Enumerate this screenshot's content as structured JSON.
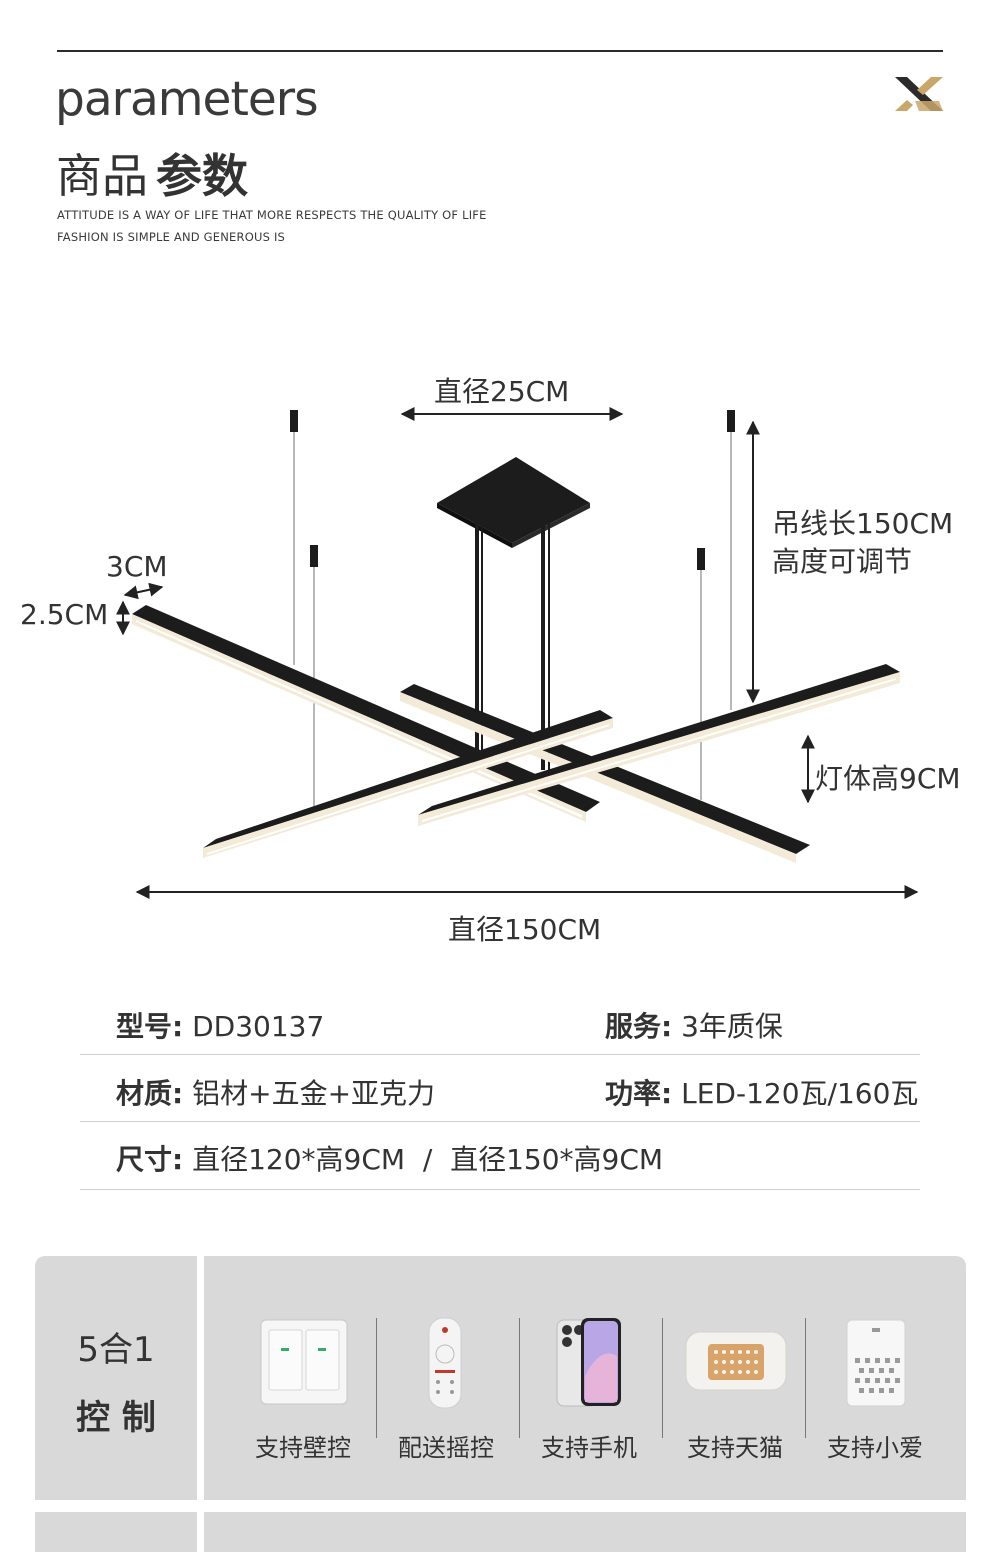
{
  "header": {
    "title_en": "parameters",
    "title_zh_light": "商品",
    "title_zh_bold": "参数",
    "tagline_1": "ATTITUDE IS A WAY OF LIFE THAT MORE RESPECTS THE QUALITY OF LIFE",
    "tagline_2": "FASHION IS SIMPLE AND GENEROUS IS",
    "logo_icon": "gold-x-logo-icon"
  },
  "dimensions": {
    "canopy_diameter": "直径25CM",
    "bar_width": "3CM",
    "bar_height": "2.5CM",
    "cable_length_1": "吊线长150CM",
    "cable_length_2": "高度可调节",
    "body_height": "灯体高9CM",
    "total_diameter": "直径150CM"
  },
  "specs": {
    "model_key": "型号:",
    "model_val": "DD30137",
    "service_key": "服务:",
    "service_val": "3年质保",
    "material_key": "材质:",
    "material_val": "铝材+五金+亚克力",
    "power_key": "功率:",
    "power_val": "LED-120瓦/160瓦",
    "size_key": "尺寸:",
    "size_val": "直径120*高9CM  /  直径150*高9CM"
  },
  "control": {
    "title_1": "5合1",
    "title_2": "控 制",
    "items": [
      {
        "label": "支持壁控",
        "icon": "wall-switch-icon"
      },
      {
        "label": "配送摇控",
        "icon": "remote-control-icon"
      },
      {
        "label": "支持手机",
        "icon": "smartphone-icon"
      },
      {
        "label": "支持天猫",
        "icon": "smart-speaker-icon"
      },
      {
        "label": "支持小爱",
        "icon": "xiaoai-speaker-icon"
      }
    ]
  },
  "colors": {
    "lamp_black": "#1c1c1c",
    "light_strip": "#f3ead8",
    "panel_gray": "#d9d9d9",
    "logo_gold": "#c9a76a"
  }
}
